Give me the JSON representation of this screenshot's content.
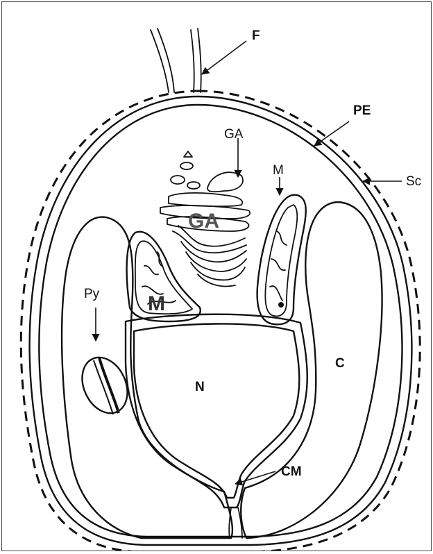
{
  "labels": {
    "flagellum": "F",
    "plasma_envelope": "PE",
    "golgi_apparatus": "GA",
    "golgi_apparatus_inner": "GA",
    "mitochondrion": "M",
    "mitochondrion_inner": "M",
    "scales": "Sc",
    "pyrenoid": "Py",
    "chloroplast": "C",
    "nucleus": "N",
    "chloroplast_membrane": "CM"
  }
}
